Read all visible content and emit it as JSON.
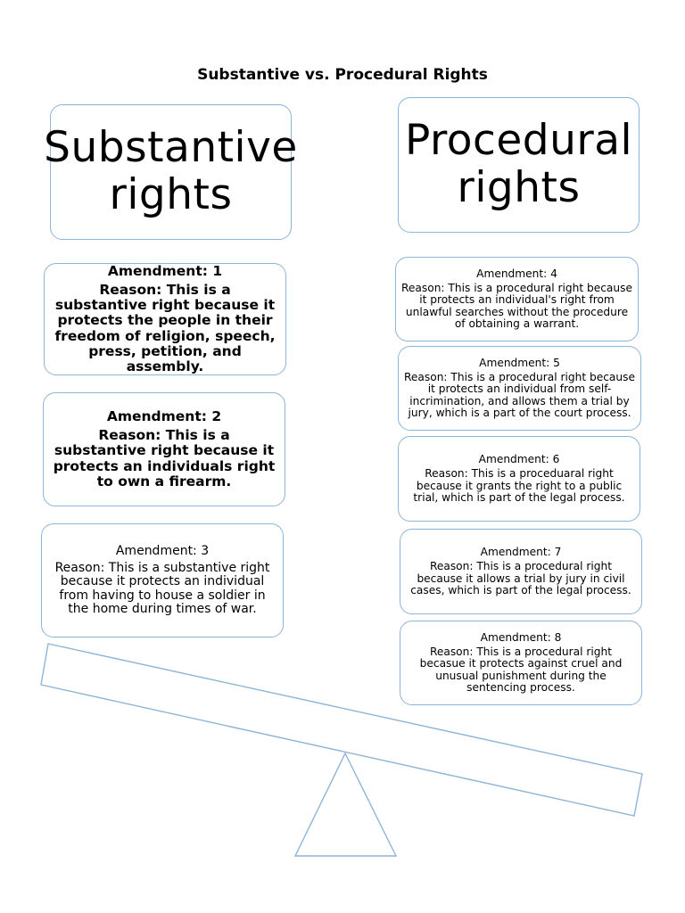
{
  "title": "Substantive vs. Procedural Rights",
  "substantive": {
    "header": "Substantive rights",
    "items": [
      {
        "amendment": "Amendment: 1",
        "reason": "Reason: This is a substantive right because it protects the people in their freedom of religion, speech, press, petition, and assembly."
      },
      {
        "amendment": "Amendment: 2",
        "reason": "Reason: This is a substantive right because it protects an individuals right to own a firearm."
      },
      {
        "amendment": "Amendment: 3",
        "reason": "Reason: This is a substantive right because it protects an individual from having to house a soldier in the home during times of war."
      }
    ]
  },
  "procedural": {
    "header": "Procedural rights",
    "items": [
      {
        "amendment": "Amendment: 4",
        "reason": "Reason: This is a procedural right because it protects an individual's right from unlawful searches without the procedure of obtaining a warrant."
      },
      {
        "amendment": "Amendment: 5",
        "reason": "Reason: This is a procedural right because it protects an individual from self-incrimination, and allows them a trial by jury, which is a part of the court process."
      },
      {
        "amendment": "Amendment: 6",
        "reason": "Reason: This is a proceduaral right because it grants the right to a public trial, which is part of the legal process."
      },
      {
        "amendment": "Amendment: 7",
        "reason": "Reason: This is a procedural right because it allows a trial by jury in civil cases, which is part of the legal process."
      },
      {
        "amendment": "Amendment: 8",
        "reason": "Reason: This is a procedural right becasue it protects against cruel and unusual punishment during the sentencing process."
      }
    ]
  },
  "colors": {
    "box_border": "#8eb4d6",
    "text": "#000000"
  }
}
